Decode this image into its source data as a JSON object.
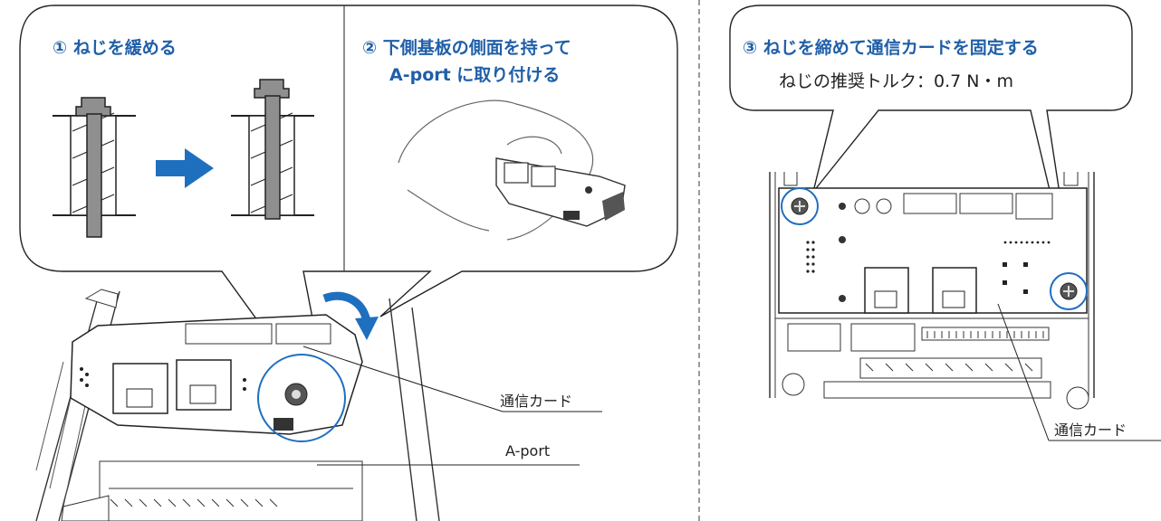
{
  "step1": {
    "title": "① ねじを緩める"
  },
  "step2": {
    "title_line1": "② 下側基板の側面を持って",
    "title_line2": "A-port に取り付ける"
  },
  "step3": {
    "title": "③ ねじを締めて通信カードを固定する",
    "torque": "ねじの推奨トルク：0.7 N・m"
  },
  "labels": {
    "card_left": "通信カード",
    "aport": "A-port",
    "card_right": "通信カード"
  },
  "colors": {
    "accent": "#1f5fa8",
    "arrow": "#1f6fbf",
    "screw": "#8f8f8f",
    "line": "#222222"
  }
}
